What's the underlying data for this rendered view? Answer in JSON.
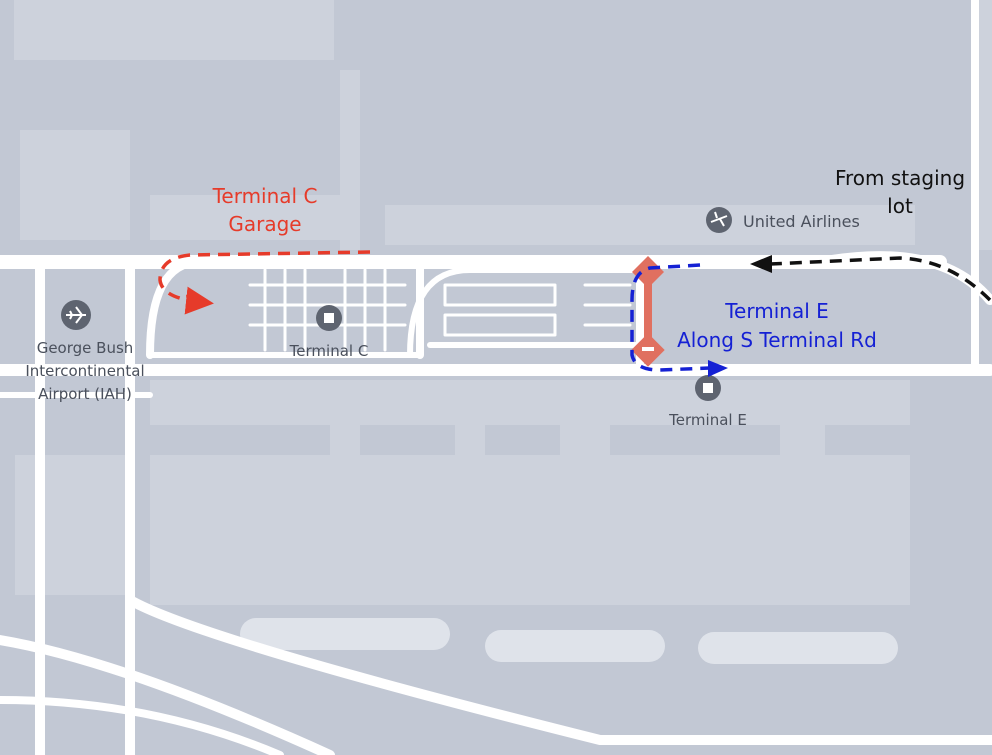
{
  "map": {
    "airport_label": [
      "George Bush",
      "Intercontinental",
      "Airport (IAH)"
    ],
    "terminal_c": "Terminal C",
    "terminal_e": "Terminal E",
    "united": "United Airlines"
  },
  "annotations": {
    "garage": [
      "Terminal C",
      "Garage"
    ],
    "terminal_e_route": [
      "Terminal E",
      "Along S Terminal Rd"
    ],
    "staging": [
      "From staging",
      "lot"
    ]
  },
  "colors": {
    "background": "#c2c8d4",
    "block": "#cdd2dc",
    "road": "#ffffff",
    "red_route": "#e63b2a",
    "blue_route": "#1521d4",
    "black_route": "#111111",
    "poi": "#5e6470",
    "restriction": "#e07060"
  },
  "icons": {
    "airport": "airplane-icon",
    "terminal": "square-stop-icon",
    "airline": "airplane-icon"
  }
}
